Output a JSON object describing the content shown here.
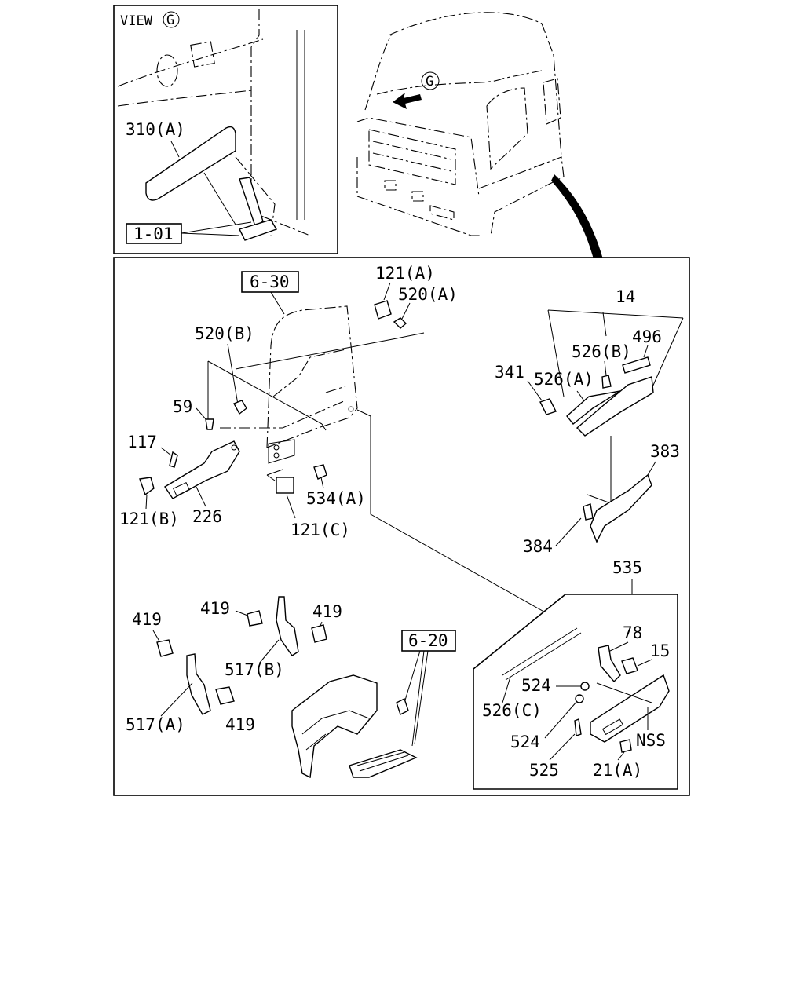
{
  "view_title": "VIEW",
  "view_marker": "G",
  "cab_marker": "G",
  "refs": {
    "r1_01": "1-01",
    "r6_30": "6-30",
    "r6_20": "6-20"
  },
  "labels": {
    "p310a": "310(A)",
    "p121a": "121(A)",
    "p520a": "520(A)",
    "p520b": "520(B)",
    "p59": "59",
    "p117": "117",
    "p121b": "121(B)",
    "p226": "226",
    "p534a": "534(A)",
    "p121c": "121(C)",
    "p14": "14",
    "p526b": "526(B)",
    "p496": "496",
    "p341": "341",
    "p526a": "526(A)",
    "p383": "383",
    "p384": "384",
    "p535": "535",
    "p419a": "419",
    "p419b": "419",
    "p419c": "419",
    "p419d": "419",
    "p517b": "517(B)",
    "p517a": "517(A)",
    "p78": "78",
    "p15": "15",
    "p524a": "524",
    "p526c": "526(C)",
    "p524b": "524",
    "pnss": "NSS",
    "p525": "525",
    "p21a": "21(A)"
  }
}
